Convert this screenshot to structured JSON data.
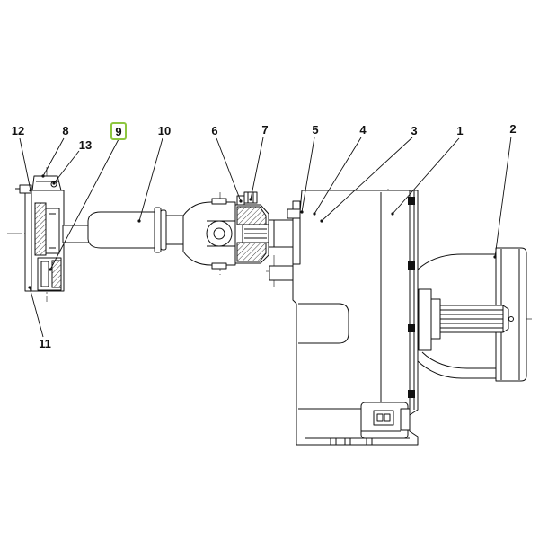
{
  "diagram": {
    "line_color": "#111111",
    "highlight_color": "#8dc63f",
    "callouts": [
      {
        "label": "1"
      },
      {
        "label": "2"
      },
      {
        "label": "3"
      },
      {
        "label": "4"
      },
      {
        "label": "5"
      },
      {
        "label": "6"
      },
      {
        "label": "7"
      },
      {
        "label": "8"
      },
      {
        "label": "9",
        "selected": true
      },
      {
        "label": "10"
      },
      {
        "label": "11"
      },
      {
        "label": "12"
      },
      {
        "label": "13"
      }
    ]
  }
}
